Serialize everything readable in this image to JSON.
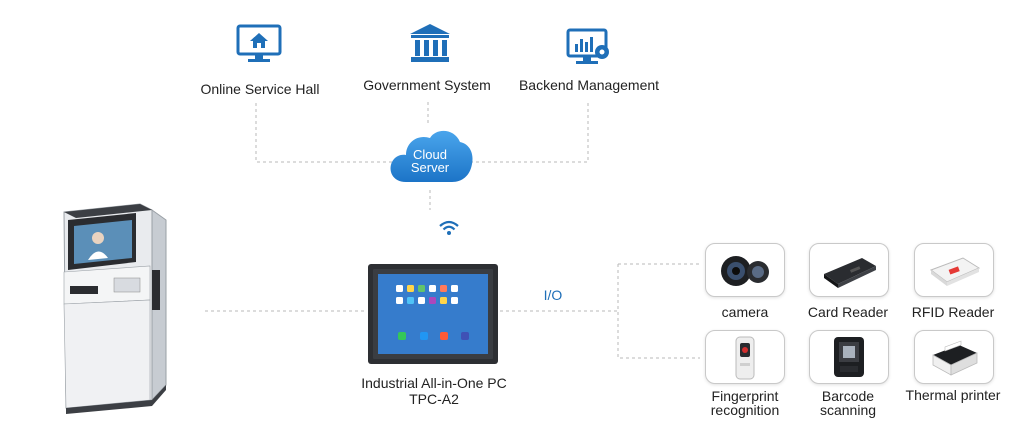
{
  "top_nodes": {
    "online_service_hall": "Online Service Hall",
    "government_system": "Government System",
    "backend_management": "Backend Management"
  },
  "cloud": {
    "line1": "Cloud",
    "line2": "Server"
  },
  "center": {
    "line1": "Industrial All-in-One PC",
    "line2": "TPC-A2"
  },
  "io_label": "I/O",
  "devices": {
    "camera": "camera",
    "card_reader": "Card Reader",
    "rfid_reader": "RFID Reader",
    "fingerprint_1": "Fingerprint",
    "fingerprint_2": "recognition",
    "barcode_1": "Barcode",
    "barcode_2": "scanning",
    "thermal_printer": "Thermal printer"
  },
  "colors": {
    "accent": "#1f6fb8",
    "cloud": "#2b8ddb",
    "line": "#b8b8b8"
  }
}
